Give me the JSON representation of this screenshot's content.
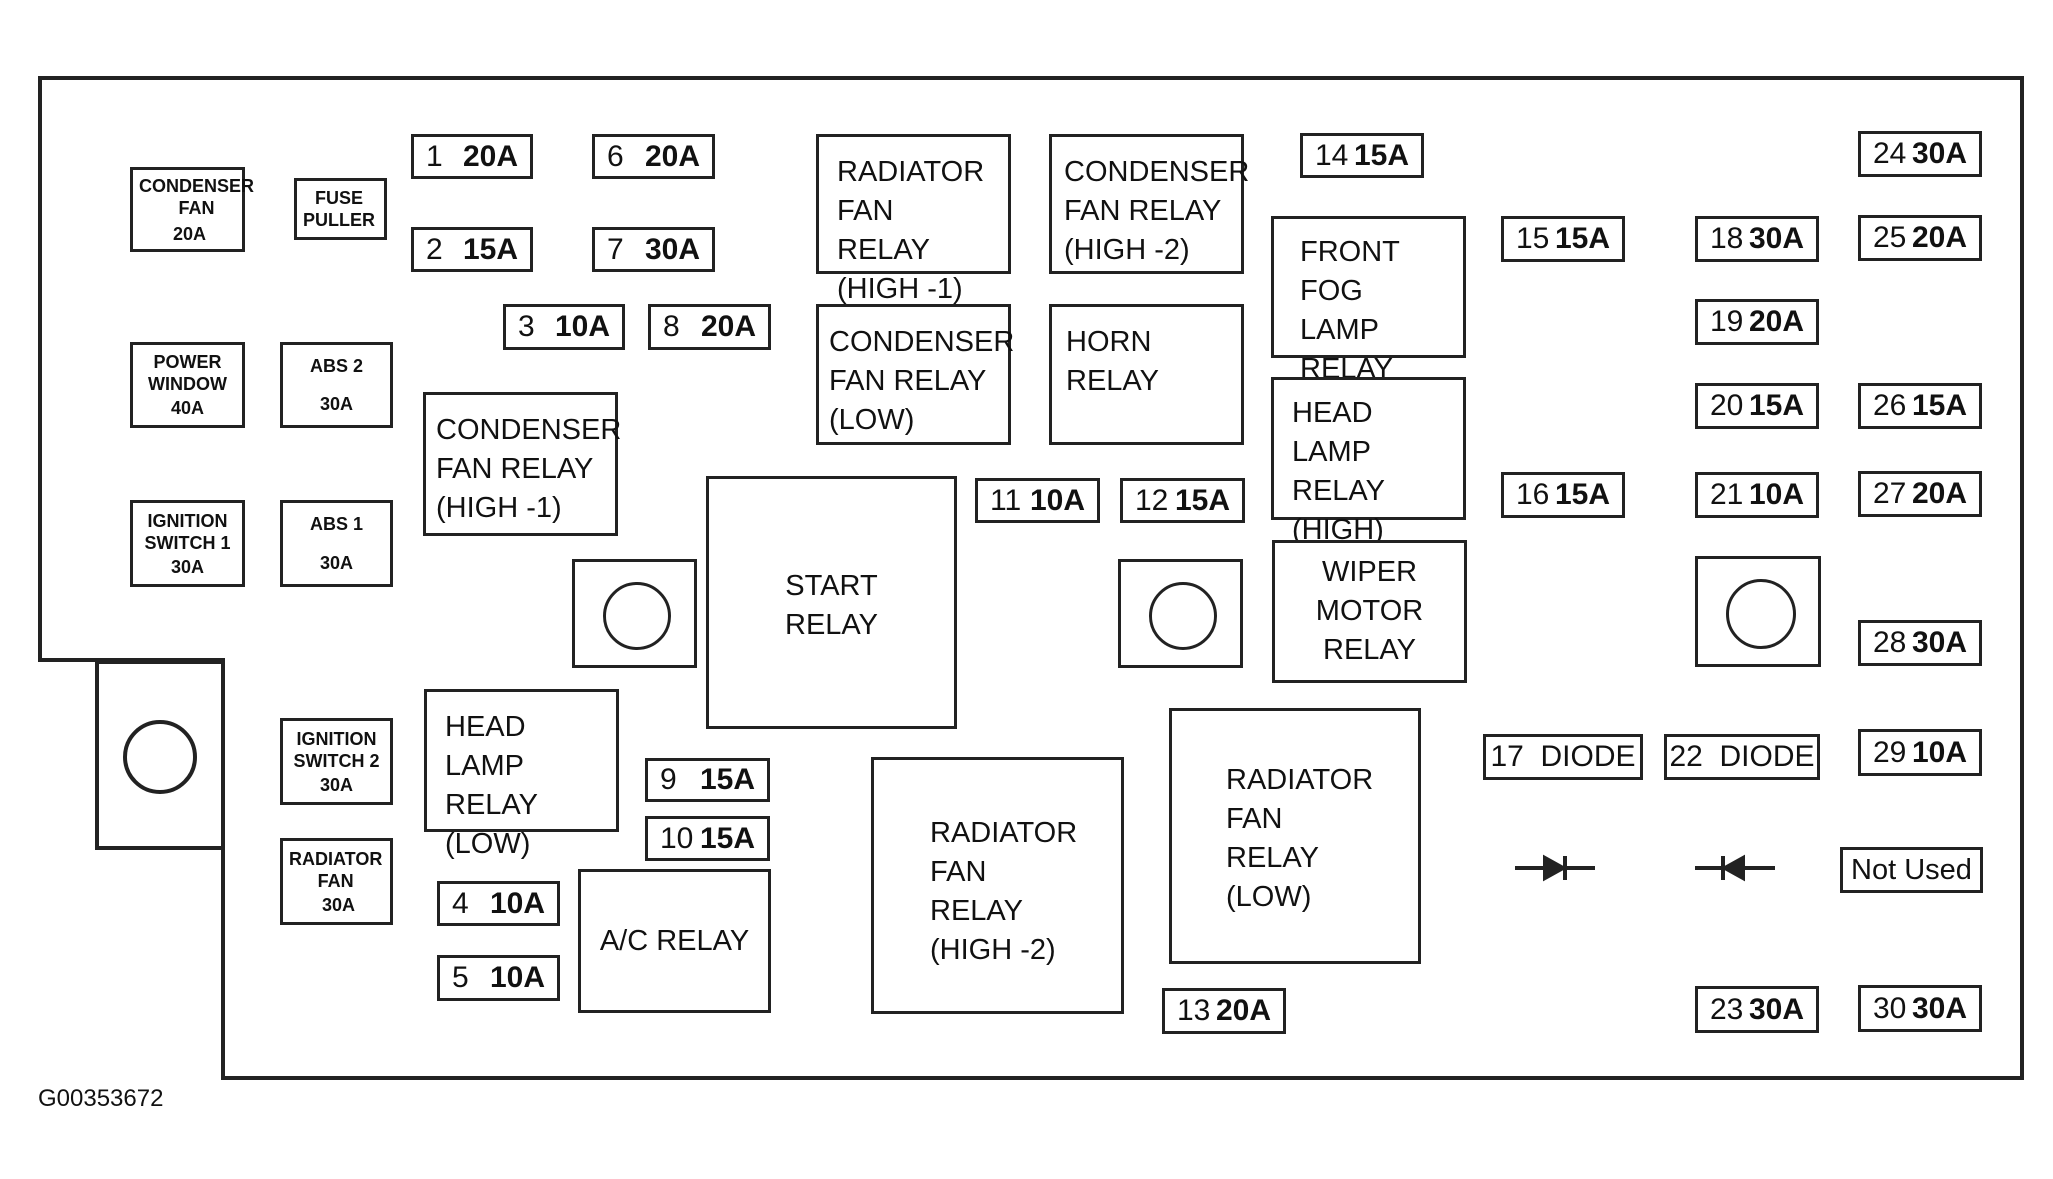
{
  "document_code": "G00353672",
  "small_fuses": [
    {
      "id": "condenser-fan-fuse",
      "label": "CONDENSER\nFAN",
      "amp": "20A",
      "align": "left"
    },
    {
      "id": "fuse-puller",
      "label": "FUSE\nPULLER",
      "amp": "",
      "align": "left"
    },
    {
      "id": "power-window-fuse",
      "label": "POWER\nWINDOW",
      "amp": "40A",
      "align": "center"
    },
    {
      "id": "abs2-fuse",
      "label": "ABS 2",
      "amp": "30A",
      "align": "center"
    },
    {
      "id": "ignition-switch1-fuse",
      "label": "IGNITION\nSWITCH 1",
      "amp": "30A",
      "align": "center"
    },
    {
      "id": "abs1-fuse",
      "label": "ABS 1",
      "amp": "30A",
      "align": "center"
    },
    {
      "id": "ignition-switch2-fuse",
      "label": "IGNITION\nSWITCH 2",
      "amp": "30A",
      "align": "center"
    },
    {
      "id": "radiator-fan-fuse",
      "label": "RADIATOR\nFAN",
      "amp": "30A",
      "align": "left"
    }
  ],
  "fuses": [
    {
      "num": "1",
      "amp": "20A"
    },
    {
      "num": "2",
      "amp": "15A"
    },
    {
      "num": "3",
      "amp": "10A"
    },
    {
      "num": "4",
      "amp": "10A"
    },
    {
      "num": "5",
      "amp": "10A"
    },
    {
      "num": "6",
      "amp": "20A"
    },
    {
      "num": "7",
      "amp": "30A"
    },
    {
      "num": "8",
      "amp": "20A"
    },
    {
      "num": "9",
      "amp": "15A"
    },
    {
      "num": "10",
      "amp": "15A"
    },
    {
      "num": "11",
      "amp": "10A"
    },
    {
      "num": "12",
      "amp": "15A"
    },
    {
      "num": "13",
      "amp": "20A"
    },
    {
      "num": "14",
      "amp": "15A"
    },
    {
      "num": "15",
      "amp": "15A"
    },
    {
      "num": "16",
      "amp": "15A"
    },
    {
      "num": "18",
      "amp": "30A"
    },
    {
      "num": "19",
      "amp": "20A"
    },
    {
      "num": "20",
      "amp": "15A"
    },
    {
      "num": "21",
      "amp": "10A"
    },
    {
      "num": "23",
      "amp": "30A"
    },
    {
      "num": "24",
      "amp": "30A"
    },
    {
      "num": "25",
      "amp": "20A"
    },
    {
      "num": "26",
      "amp": "15A"
    },
    {
      "num": "27",
      "amp": "20A"
    },
    {
      "num": "28",
      "amp": "30A"
    },
    {
      "num": "29",
      "amp": "10A"
    },
    {
      "num": "30",
      "amp": "30A"
    }
  ],
  "relays": [
    {
      "id": "radiator-fan-relay-high1",
      "lines": [
        "RADIATOR",
        "FAN RELAY",
        "(HIGH -1)"
      ]
    },
    {
      "id": "condenser-fan-relay-high2",
      "lines": [
        "CONDENSER",
        "FAN RELAY",
        "(HIGH -2)"
      ]
    },
    {
      "id": "condenser-fan-relay-low",
      "lines": [
        "CONDENSER",
        "FAN RELAY",
        "(LOW)"
      ]
    },
    {
      "id": "horn-relay",
      "lines": [
        "HORN",
        "RELAY"
      ]
    },
    {
      "id": "front-fog-lamp-relay",
      "lines": [
        "FRONT",
        "FOG LAMP",
        "RELAY"
      ]
    },
    {
      "id": "head-lamp-relay-high",
      "lines": [
        "HEAD LAMP",
        "RELAY",
        "(HIGH)"
      ]
    },
    {
      "id": "condenser-fan-relay-high1",
      "lines": [
        "CONDENSER",
        "FAN RELAY",
        "(HIGH -1)"
      ]
    },
    {
      "id": "start-relay",
      "lines": [
        "START",
        "RELAY"
      ]
    },
    {
      "id": "wiper-motor-relay",
      "lines": [
        "WIPER",
        "MOTOR",
        "RELAY"
      ]
    },
    {
      "id": "head-lamp-relay-low",
      "lines": [
        "HEAD LAMP",
        "RELAY",
        "(LOW)"
      ]
    },
    {
      "id": "ac-relay",
      "lines": [
        "A/C RELAY"
      ]
    },
    {
      "id": "radiator-fan-relay-high2",
      "lines": [
        "RADIATOR",
        "FAN",
        "RELAY",
        "(HIGH -2)"
      ]
    },
    {
      "id": "radiator-fan-relay-low",
      "lines": [
        "RADIATOR",
        "FAN",
        "RELAY",
        "(LOW)"
      ]
    }
  ],
  "diodes": [
    {
      "num": "17",
      "label": "DIODE"
    },
    {
      "num": "22",
      "label": "DIODE"
    }
  ],
  "not_used": "Not Used"
}
